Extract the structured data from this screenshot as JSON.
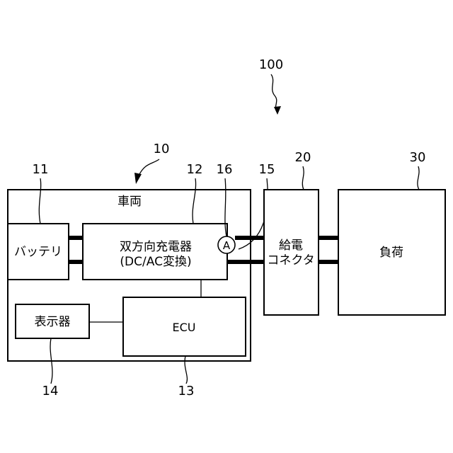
{
  "refs": {
    "system": "100",
    "vehicle": "10",
    "battery": "11",
    "charger": "12",
    "ecu": "13",
    "display": "14",
    "wire": "15",
    "ammeter": "16",
    "connector": "20",
    "load": "30"
  },
  "labels": {
    "vehicle": "車両",
    "battery": "バッテリ",
    "charger_line1": "双方向充電器",
    "charger_line2": "(DC/AC変換)",
    "ammeter": "A",
    "ecu": "ECU",
    "display": "表示器",
    "connector_line1": "給電",
    "connector_line2": "コネクタ",
    "load": "負荷"
  }
}
